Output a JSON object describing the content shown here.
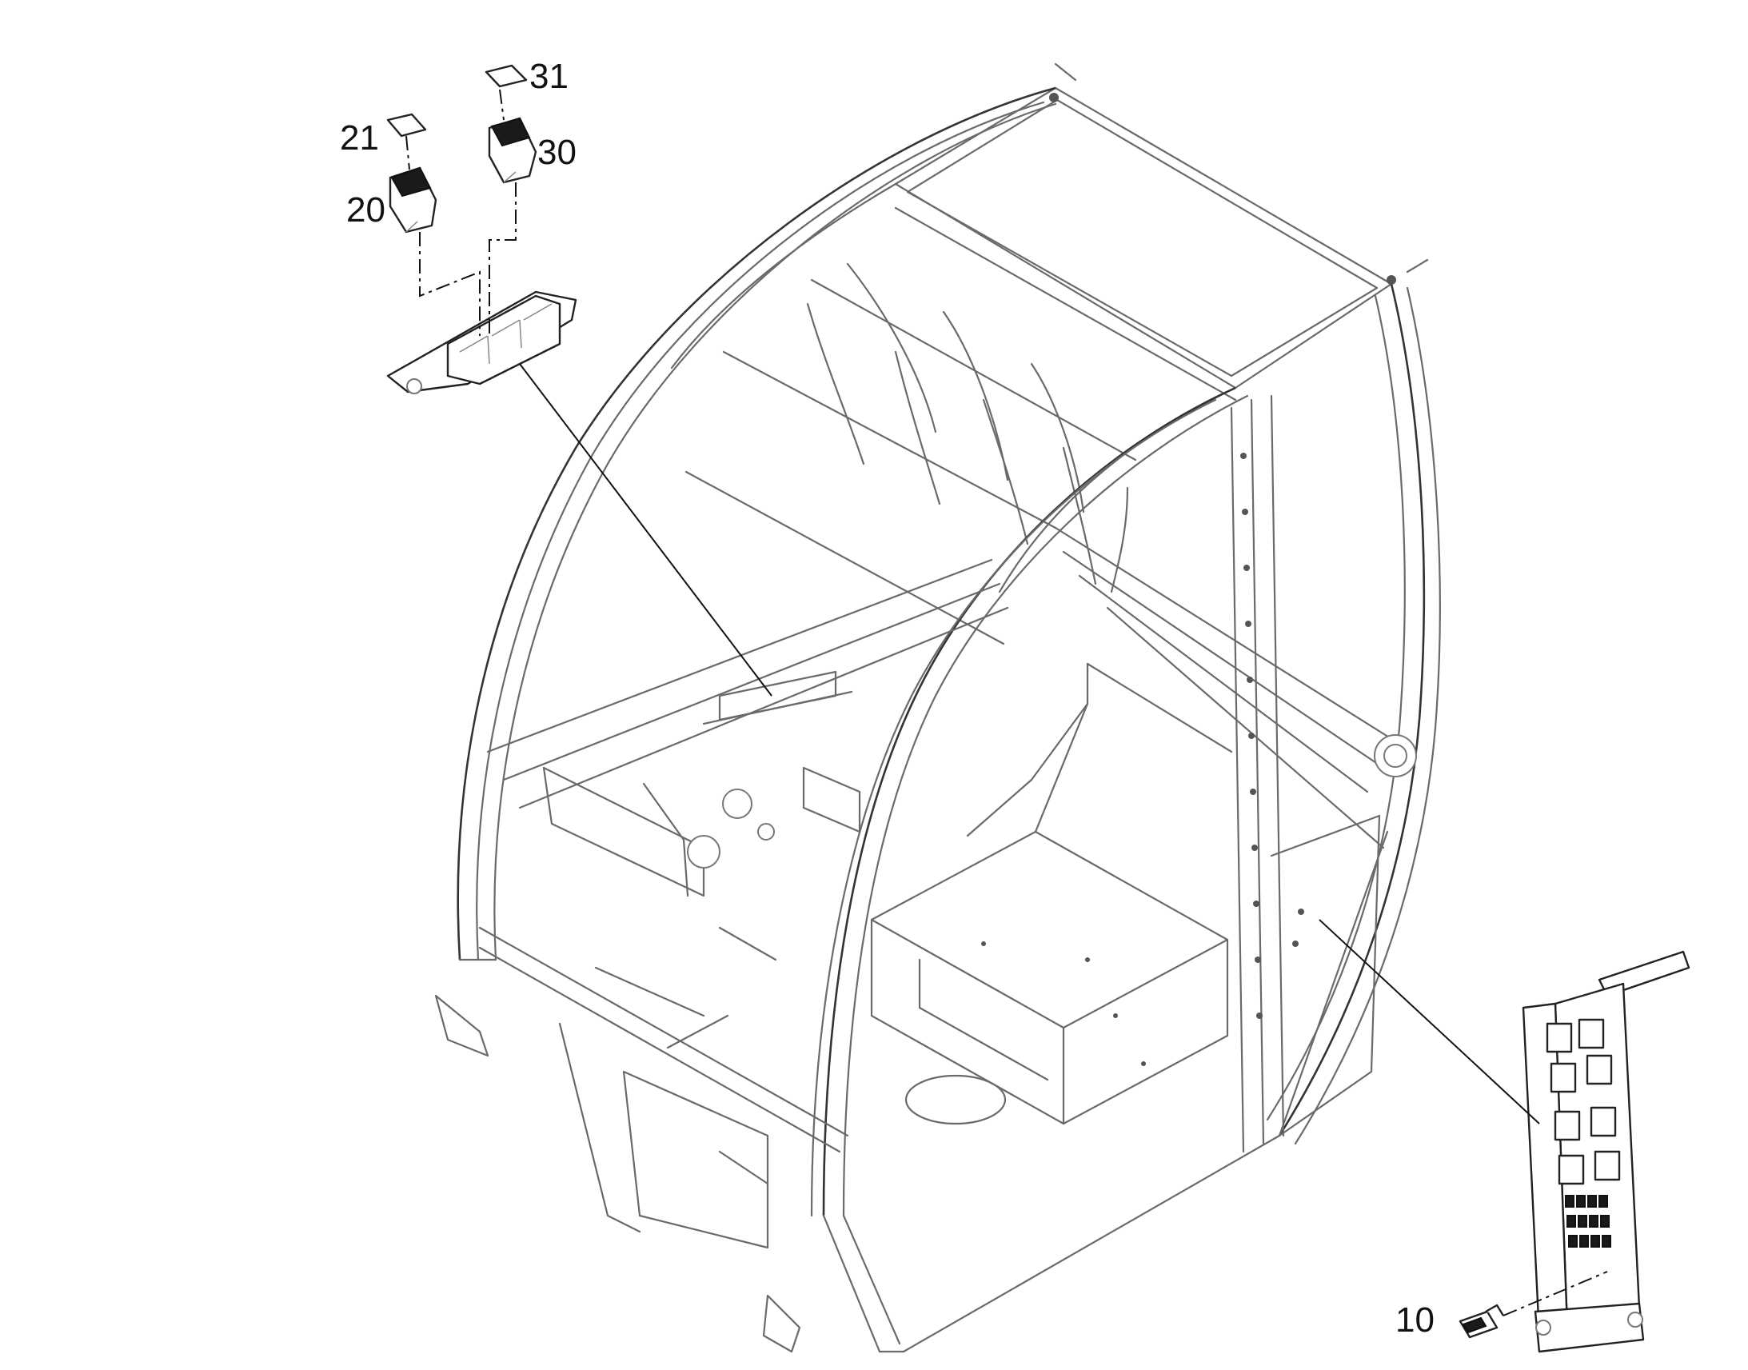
{
  "callouts": [
    {
      "id": "c31",
      "label": "31"
    },
    {
      "id": "c30",
      "label": "30"
    },
    {
      "id": "c21",
      "label": "21"
    },
    {
      "id": "c20",
      "label": "20"
    },
    {
      "id": "c10",
      "label": "10"
    }
  ],
  "parts": [
    {
      "number": "31",
      "name": "switch-lens"
    },
    {
      "number": "30",
      "name": "rocker-switch"
    },
    {
      "number": "21",
      "name": "switch-lens"
    },
    {
      "number": "20",
      "name": "rocker-switch"
    },
    {
      "number": "10",
      "name": "fuse"
    }
  ],
  "colors": {
    "line": "#6a6a6a",
    "part": "#222222",
    "text": "#111111"
  }
}
